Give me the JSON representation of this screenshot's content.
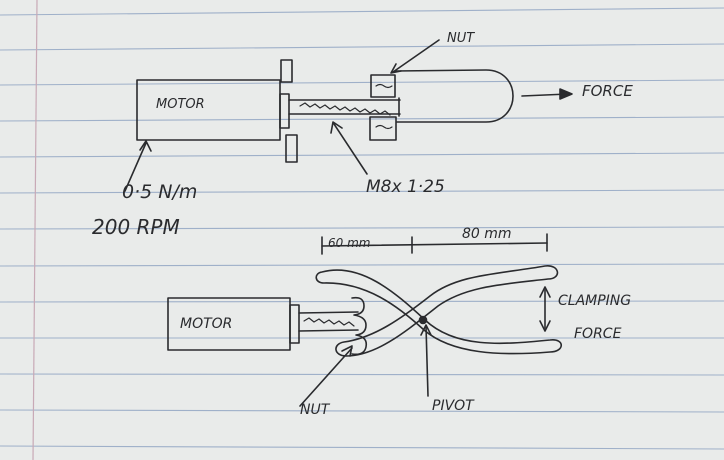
{
  "top_diagram": {
    "motor_label": "MOTOR",
    "nut_label": "NUT",
    "force_label": "FORCE",
    "thread_label": "M8x 1·25",
    "torque_label": "0·5 N/m",
    "speed_label": "200 RPM"
  },
  "bottom_diagram": {
    "motor_label": "MOTOR",
    "dim_left_label": "60 mm",
    "dim_right_label": "80 mm",
    "clamping_label": "CLAMPING",
    "force_label": "FORCE",
    "nut_label": "NUT",
    "pivot_label": "PIVOT"
  },
  "colors": {
    "paper": "#e9ebea",
    "rule_line": "#9fb0c9",
    "margin_line": "#c8a9b6",
    "ink": "#2a2b2e"
  }
}
